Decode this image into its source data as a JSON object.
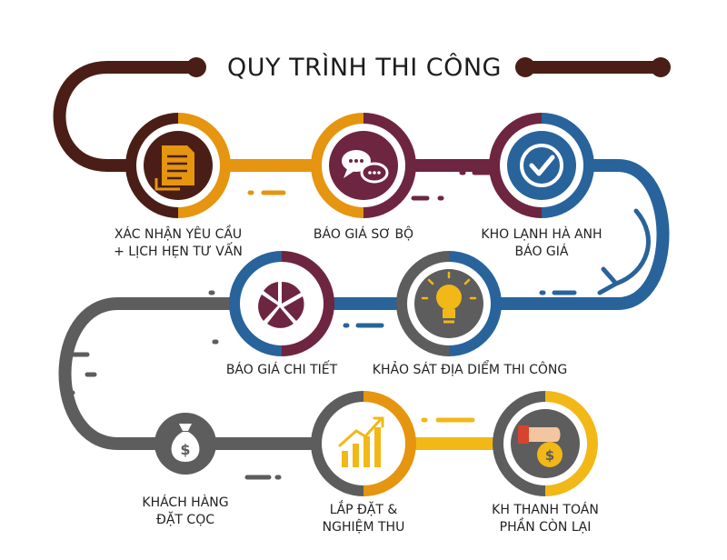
{
  "title": "QUY TRÌNH THI CÔNG",
  "colors": {
    "brown": "#4a1e16",
    "orange": "#e5950f",
    "maroon": "#6e2540",
    "blue": "#28639b",
    "gray": "#5d5d5d",
    "yellow": "#f1b817"
  },
  "steps": [
    {
      "label_lines": [
        "XÁC NHẬN YÊU CẦU",
        "+ LỊCH HẸN TƯ VẤN"
      ],
      "icon": "document-icon"
    },
    {
      "label_lines": [
        "BÁO GIÁ SƠ BỘ"
      ],
      "icon": "chat-bubbles-icon"
    },
    {
      "label_lines": [
        "KHO LẠNH HÀ ANH",
        "BÁO GIÁ"
      ],
      "icon": "checkmark-icon"
    },
    {
      "label_lines": [
        "KHẢO SÁT ĐỊA DIỂM THI CÔNG"
      ],
      "icon": "lightbulb-icon"
    },
    {
      "label_lines": [
        "BÁO GIÁ CHI TIẾT"
      ],
      "icon": "pie-chart-icon"
    },
    {
      "label_lines": [
        "KHÁCH HÀNG",
        "ĐẶT CỌC"
      ],
      "icon": "money-bag-icon"
    },
    {
      "label_lines": [
        "LẮP ĐẶT &",
        "NGHIỆM THU"
      ],
      "icon": "growth-chart-icon"
    },
    {
      "label_lines": [
        "KH THANH TOÁN",
        "PHẦN CÒN LẠI"
      ],
      "icon": "payment-hand-icon"
    }
  ]
}
